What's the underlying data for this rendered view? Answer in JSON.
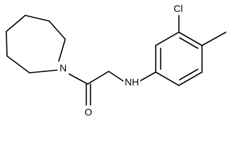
{
  "atoms": {
    "n_ring": "N",
    "o_carbonyl": "O",
    "n_amine": "NH",
    "cl": "Cl"
  }
}
